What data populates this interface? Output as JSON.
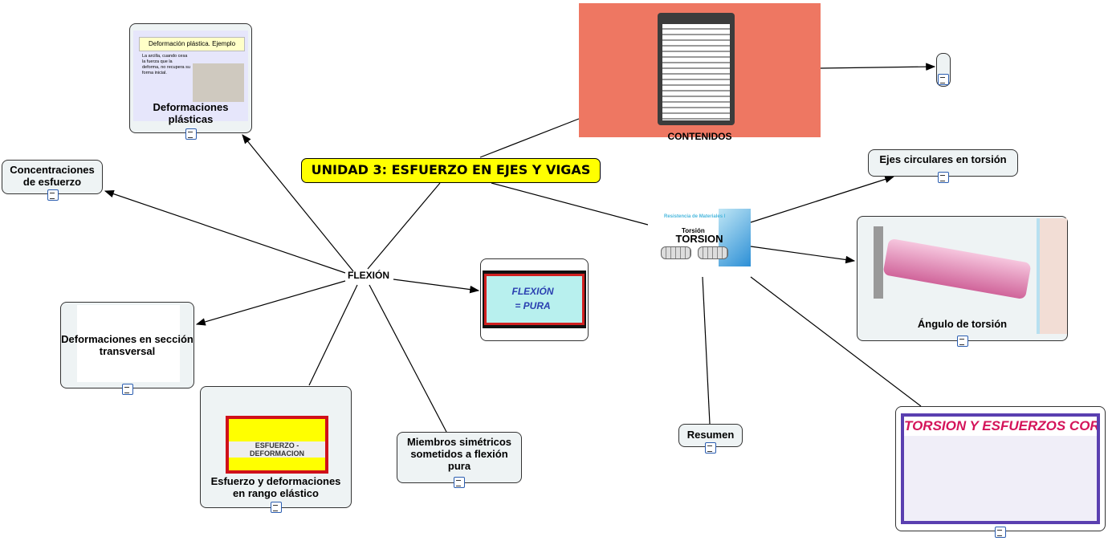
{
  "title": "UNIDAD 3: ESFUERZO EN EJES Y VIGAS",
  "contenidos": "CONTENIDOS",
  "torsion": {
    "label": "TORSION",
    "img_title": "Resistencia de Materiales I",
    "img_sub": "Torsión"
  },
  "flexion": "FLEXIÓN",
  "nodes": {
    "ejes": "Ejes circulares en torsión",
    "angulo": "Ángulo de torsión",
    "resumen": "Resumen",
    "banner": "TORSION Y ESFUERZOS CORTANTES",
    "flexion_pura": "FLEXIÓN = PURA",
    "miembros": "Miembros simétricos sometidos a flexión pura",
    "esfuerzo": "Esfuerzo y deformaciones en rango elástico",
    "esfuerzo_img": "ESFUERZO - DEFORMACION",
    "seccion": "Deformaciones en sección transversal",
    "concentraciones": "Concentraciones de esfuerzo",
    "plasticas": "Deformaciones plásticas",
    "plasticas_head": "Deformación plástica. Ejemplo",
    "plasticas_text": "La arcilla, cuando cesa la fuerza que la deforma, no recupera su forma inicial."
  }
}
